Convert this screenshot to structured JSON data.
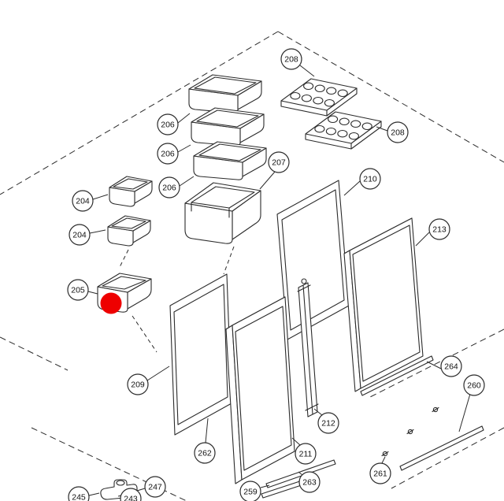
{
  "figure": {
    "type": "exploded-parts-diagram",
    "background_color": "#ffffff",
    "line_color": "#2b2b2b",
    "highlight": {
      "color": "#ee0000",
      "marked_callout": "205"
    },
    "callouts": [
      {
        "label": "208"
      },
      {
        "label": "206"
      },
      {
        "label": "206"
      },
      {
        "label": "206"
      },
      {
        "label": "208"
      },
      {
        "label": "207"
      },
      {
        "label": "204"
      },
      {
        "label": "204"
      },
      {
        "label": "210"
      },
      {
        "label": "213"
      },
      {
        "label": "205"
      },
      {
        "label": "209"
      },
      {
        "label": "262"
      },
      {
        "label": "211"
      },
      {
        "label": "212"
      },
      {
        "label": "263"
      },
      {
        "label": "259"
      },
      {
        "label": "264"
      },
      {
        "label": "260"
      },
      {
        "label": "261"
      },
      {
        "label": "247"
      },
      {
        "label": "245"
      },
      {
        "label": "243"
      }
    ]
  }
}
